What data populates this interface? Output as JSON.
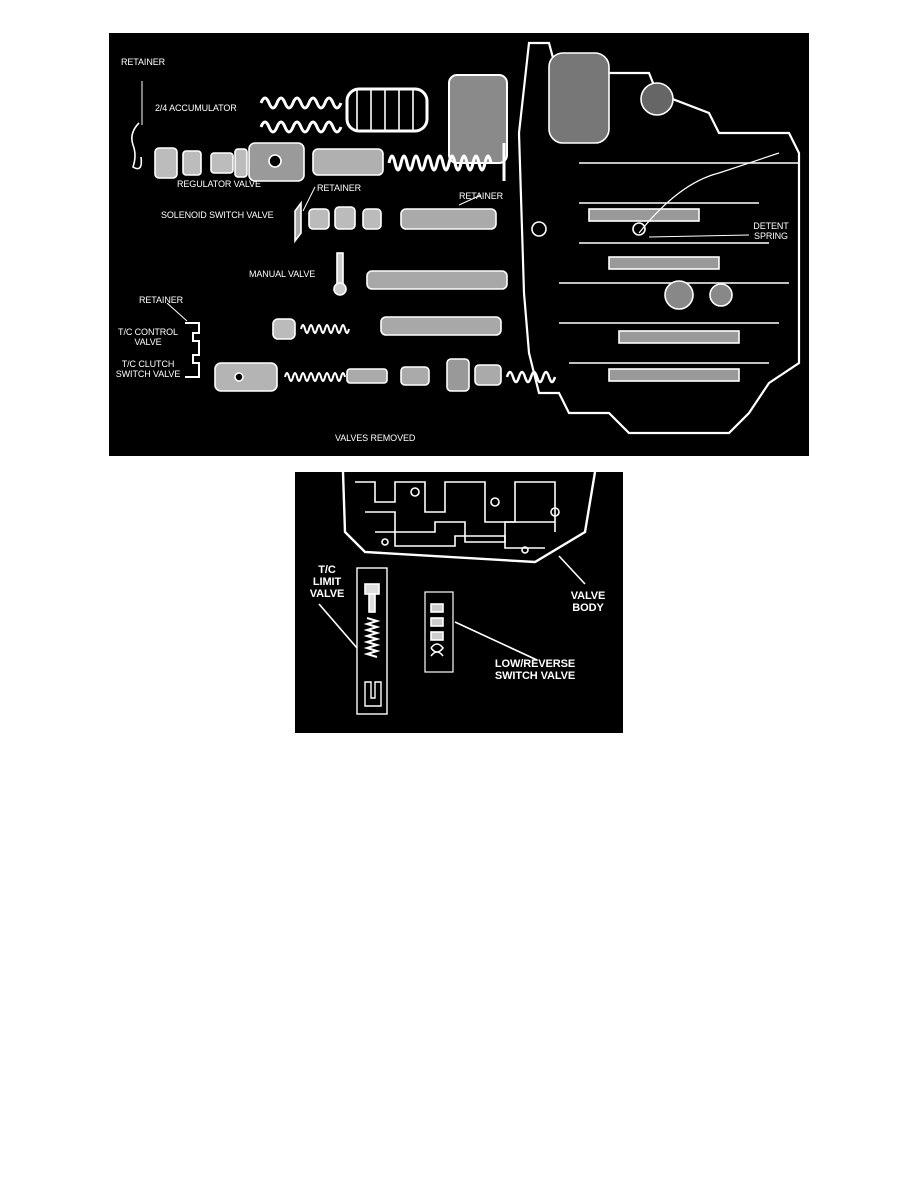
{
  "figure1": {
    "labels": {
      "retainer_top": "RETAINER",
      "accumulator": "2/4 ACCUMULATOR",
      "regulator_valve": "REGULATOR VALVE",
      "retainer_mid": "RETAINER",
      "retainer_right": "RETAINER",
      "solenoid_switch_valve": "SOLENOID SWITCH VALVE",
      "detent_spring_line1": "DETENT",
      "detent_spring_line2": "SPRING",
      "manual_valve": "MANUAL VALVE",
      "retainer_left": "RETAINER",
      "tc_control_valve_line1": "T/C CONTROL",
      "tc_control_valve_line2": "VALVE",
      "tc_clutch_switch_line1": "T/C CLUTCH",
      "tc_clutch_switch_line2": "SWITCH VALVE",
      "caption": "VALVES REMOVED"
    }
  },
  "figure2": {
    "labels": {
      "tc_limit_line1": "T/C",
      "tc_limit_line2": "LIMIT",
      "tc_limit_line3": "VALVE",
      "valve_body_line1": "VALVE",
      "valve_body_line2": "BODY",
      "low_reverse_line1": "LOW/REVERSE",
      "low_reverse_line2": "SWITCH VALVE"
    }
  }
}
